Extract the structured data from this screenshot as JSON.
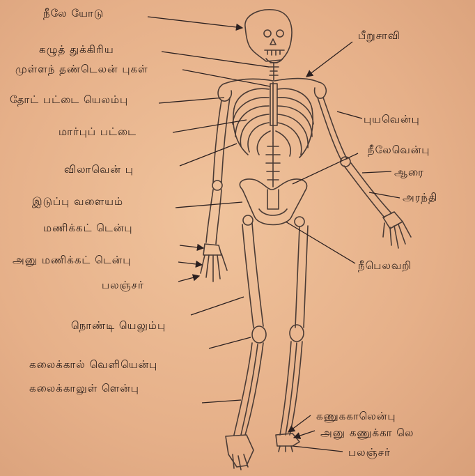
{
  "labels": [
    {
      "id": "skull",
      "text": "நீலே யோடு"
    },
    {
      "id": "neck-vertebrae",
      "text": "கழுத் துக்கிரிய"
    },
    {
      "id": "spine-vertebrae",
      "text": "முள்ளந் தண்டெலன் புகள்"
    },
    {
      "id": "shoulder-blade",
      "text": "தோட் பட்டை யெலம்பு"
    },
    {
      "id": "breastbone",
      "text": "மார்புப் பட்டை"
    },
    {
      "id": "ribs",
      "text": "விலாவென் பு"
    },
    {
      "id": "pelvic-girdle",
      "text": "இடுப்பு வளையம்"
    },
    {
      "id": "wrist-bones",
      "text": "மணிக்கட் டென்பு"
    },
    {
      "id": "metacarpals",
      "text": "அனு மணிக்கட் டென்பு"
    },
    {
      "id": "phalanges-hand",
      "text": "பலஞ்சர்"
    },
    {
      "id": "kneecap",
      "text": "நொண்டி யெலும்பு"
    },
    {
      "id": "shin-bone",
      "text": "கலைக்கால் வெளியென்பு"
    },
    {
      "id": "fibula",
      "text": "கலைக்காலுள் ளென்பு"
    },
    {
      "id": "clavicle",
      "text": "பீறுசாவி"
    },
    {
      "id": "humerus",
      "text": "புயவென்பு"
    },
    {
      "id": "forearm-bone",
      "text": "நீலேவென்பு"
    },
    {
      "id": "radius",
      "text": "ஆரை"
    },
    {
      "id": "ulna",
      "text": "அரந்தி"
    },
    {
      "id": "femur",
      "text": "நீபெலவறி"
    },
    {
      "id": "ankle-bones",
      "text": "கணுககாலென்பு"
    },
    {
      "id": "metatarsals",
      "text": "அனு கணுக்கா லெ"
    },
    {
      "id": "phalanges-foot",
      "text": "பலஞ்சர்"
    }
  ]
}
